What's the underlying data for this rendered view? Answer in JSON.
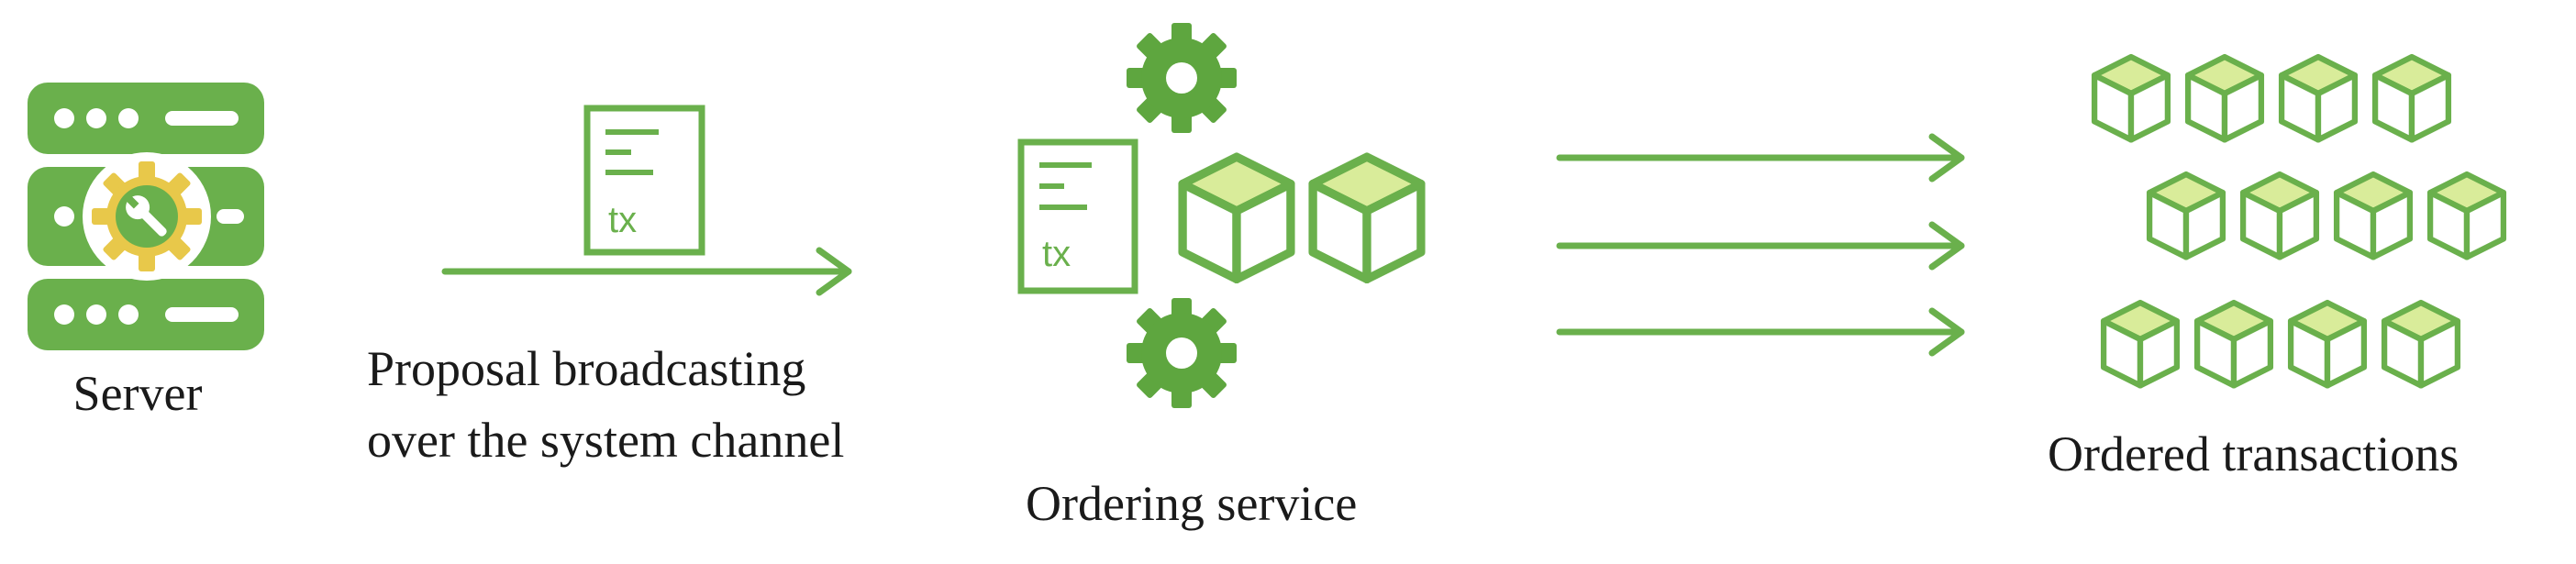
{
  "colors": {
    "green": "#6ab04c",
    "cube_fill": "#d9ec9a",
    "gear_green": "#5ea63f",
    "wrench_yellow": "#e8c84a",
    "text": "#1a1a1a"
  },
  "server": {
    "label": "Server",
    "icon": "server-gear-icon"
  },
  "proposal": {
    "label_line1": "Proposal broadcasting",
    "label_line2": "over the system channel",
    "doc_label": "tx",
    "icon": "document-icon"
  },
  "ordering": {
    "label": "Ordering service",
    "doc_label": "tx",
    "icons": [
      "gear-icon",
      "document-icon",
      "cube-icon"
    ]
  },
  "ordered": {
    "label": "Ordered transactions",
    "icon": "cube-icon",
    "rows": [
      4,
      4,
      4
    ]
  }
}
